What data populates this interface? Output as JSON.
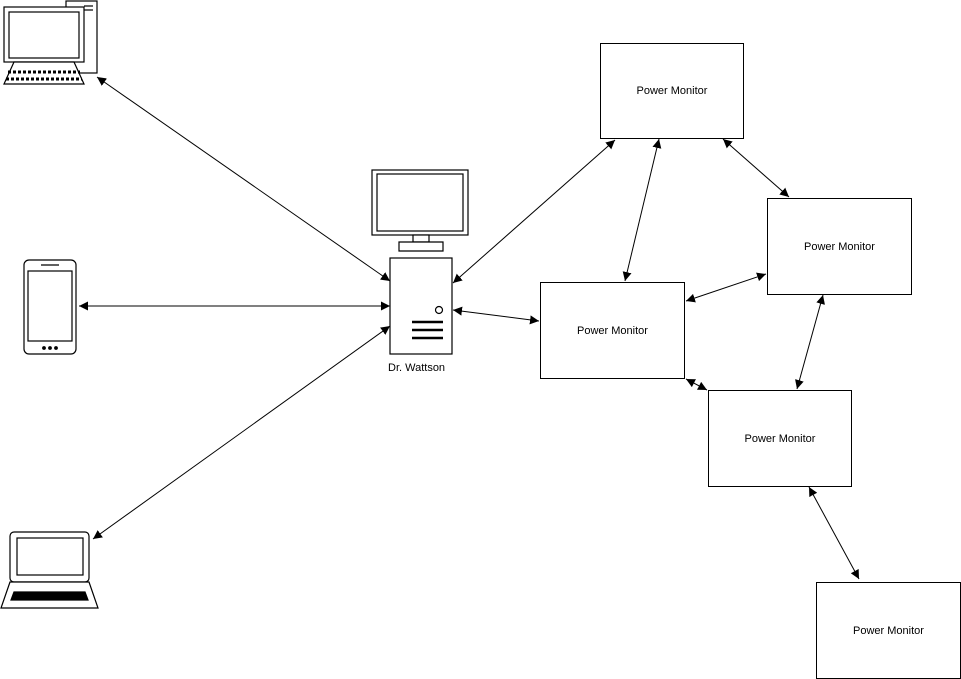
{
  "server": {
    "label": "Dr. Wattson"
  },
  "monitors": [
    {
      "id": "pm1",
      "label": "Power Monitor"
    },
    {
      "id": "pm2",
      "label": "Power Monitor"
    },
    {
      "id": "pm3",
      "label": "Power Monitor"
    },
    {
      "id": "pm4",
      "label": "Power Monitor"
    },
    {
      "id": "pm5",
      "label": "Power Monitor"
    }
  ],
  "clients": [
    {
      "id": "desktop",
      "icon": "desktop-computer-icon"
    },
    {
      "id": "phone",
      "icon": "smartphone-icon"
    },
    {
      "id": "laptop",
      "icon": "laptop-icon"
    }
  ],
  "connections": [
    {
      "from": "desktop",
      "to": "server",
      "arrows": "both"
    },
    {
      "from": "phone",
      "to": "server",
      "arrows": "both"
    },
    {
      "from": "laptop",
      "to": "server",
      "arrows": "both"
    },
    {
      "from": "server",
      "to": "pm1",
      "arrows": "both"
    },
    {
      "from": "server",
      "to": "pm3",
      "arrows": "both"
    },
    {
      "from": "pm1",
      "to": "pm3",
      "arrows": "both"
    },
    {
      "from": "pm1",
      "to": "pm2",
      "arrows": "both"
    },
    {
      "from": "pm2",
      "to": "pm3",
      "arrows": "both"
    },
    {
      "from": "pm2",
      "to": "pm4",
      "arrows": "both"
    },
    {
      "from": "pm3",
      "to": "pm4",
      "arrows": "both"
    },
    {
      "from": "pm4",
      "to": "pm5",
      "arrows": "both"
    }
  ]
}
